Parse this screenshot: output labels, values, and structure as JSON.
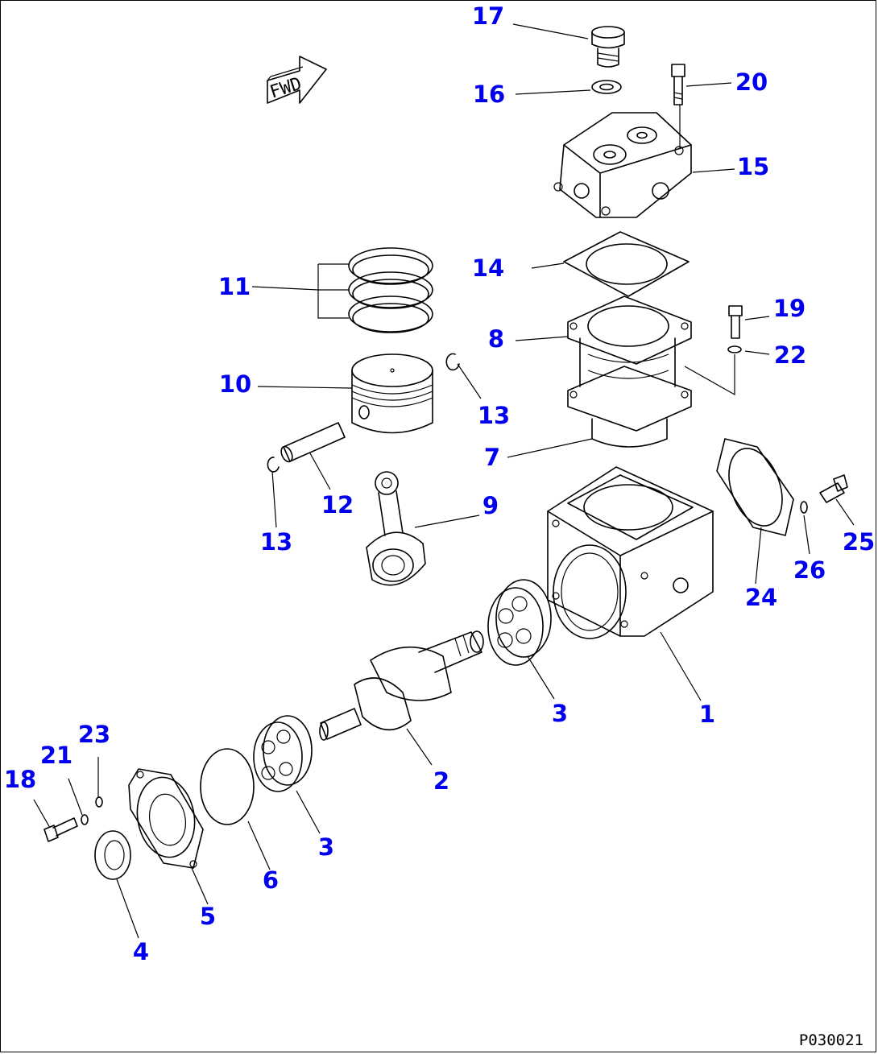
{
  "diagram": {
    "direction_label": "FWD",
    "drawing_code": "P030021",
    "callouts": [
      {
        "id": "c1",
        "text": "1"
      },
      {
        "id": "c2",
        "text": "2"
      },
      {
        "id": "c3a",
        "text": "3"
      },
      {
        "id": "c3b",
        "text": "3"
      },
      {
        "id": "c4",
        "text": "4"
      },
      {
        "id": "c5",
        "text": "5"
      },
      {
        "id": "c6",
        "text": "6"
      },
      {
        "id": "c7",
        "text": "7"
      },
      {
        "id": "c8",
        "text": "8"
      },
      {
        "id": "c9",
        "text": "9"
      },
      {
        "id": "c10",
        "text": "10"
      },
      {
        "id": "c11",
        "text": "11"
      },
      {
        "id": "c12",
        "text": "12"
      },
      {
        "id": "c13a",
        "text": "13"
      },
      {
        "id": "c13b",
        "text": "13"
      },
      {
        "id": "c14",
        "text": "14"
      },
      {
        "id": "c15",
        "text": "15"
      },
      {
        "id": "c16",
        "text": "16"
      },
      {
        "id": "c17",
        "text": "17"
      },
      {
        "id": "c18",
        "text": "18"
      },
      {
        "id": "c19",
        "text": "19"
      },
      {
        "id": "c20",
        "text": "20"
      },
      {
        "id": "c21",
        "text": "21"
      },
      {
        "id": "c22",
        "text": "22"
      },
      {
        "id": "c23",
        "text": "23"
      },
      {
        "id": "c24",
        "text": "24"
      },
      {
        "id": "c25",
        "text": "25"
      },
      {
        "id": "c26",
        "text": "26"
      }
    ],
    "colors": {
      "callout": "#0000ee",
      "line": "#000000",
      "background": "#ffffff"
    }
  }
}
